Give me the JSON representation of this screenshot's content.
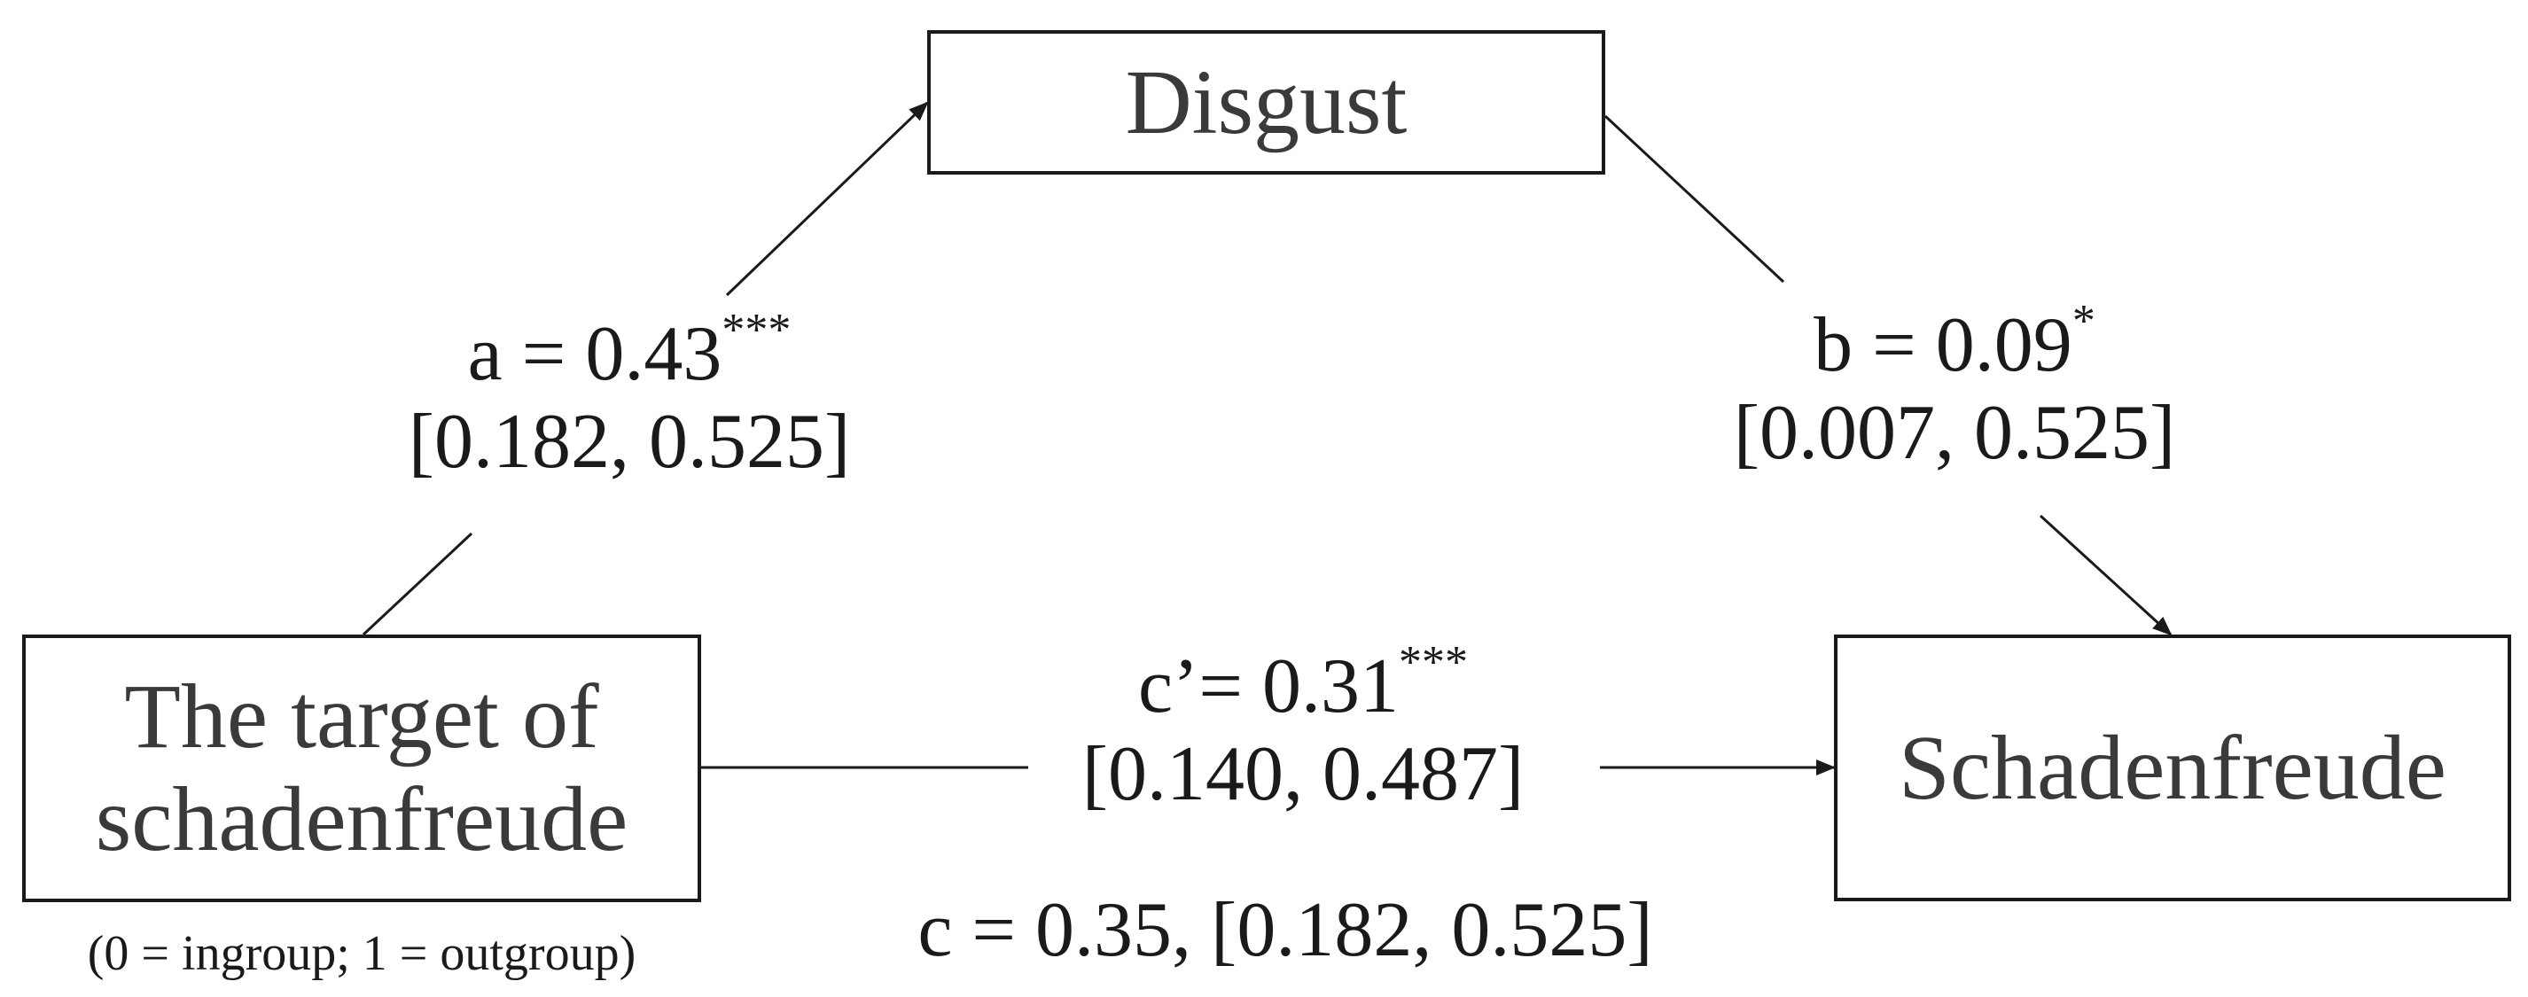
{
  "nodes": {
    "disgust": "Disgust",
    "target_line1": "The target of",
    "target_line2": "schadenfreude",
    "target_note": "(0 = ingroup; 1 = outgroup)",
    "schadenfreude": "Schadenfreude"
  },
  "paths": {
    "a": {
      "coef": "a = 0.43",
      "sig": "***",
      "ci": "[0.182, 0.525]"
    },
    "b": {
      "coef": "b = 0.09",
      "sig": "*",
      "ci": "[0.007, 0.525]"
    },
    "c_prime": {
      "coef": "c’= 0.31",
      "sig": "***",
      "ci": "[0.140, 0.487]"
    },
    "c_total": "c = 0.35, [0.182, 0.525]"
  },
  "colors": {
    "line": "#1a1a1a",
    "box_text": "#3a3a3a",
    "text": "#1a1a1a"
  }
}
